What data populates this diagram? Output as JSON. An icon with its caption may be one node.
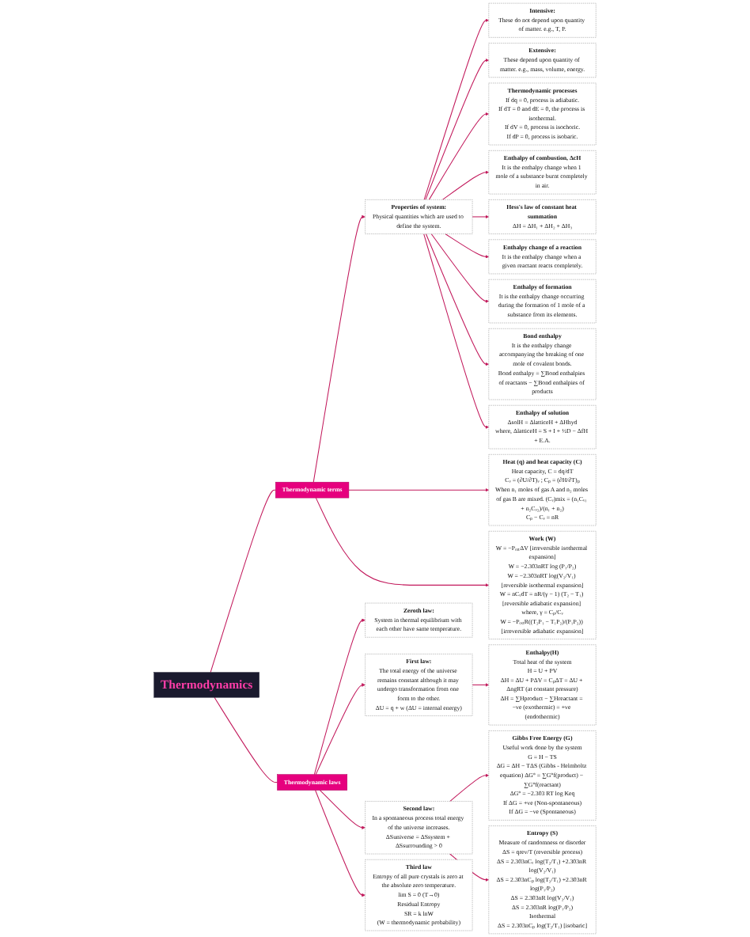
{
  "diagram": {
    "nodes": [
      {
        "text": [
          "Thermodynamics"
        ]
      },
      {
        "text": [
          "Thermodynamic terms"
        ]
      },
      {
        "text": [
          "Intensive:",
          "These do not depend upon quantity of matter. e.g., T, P."
        ]
      },
      {
        "text": [
          "Extensive:",
          "These depend upon quantity of matter. e.g., mass, volume, energy."
        ]
      },
      {
        "text": [
          "Thermodynamic laws"
        ]
      },
      {
        "text": [
          "Properties of system:",
          "Physical quantities which are used to define the system."
        ]
      },
      {
        "text": [
          "Zeroth law:",
          "System in thermal equilibrium with each other have same temperature."
        ]
      },
      {
        "text": [
          "Thermodynamic processes",
          "If dq = 0, process is adiabatic.",
          "If dT = 0 and dE = 0, the process is isothermal.",
          "If dV = 0, process is isochoric.",
          "If dP = 0, process is isobaric."
        ]
      },
      {
        "text": [
          "Enthalpy(H)",
          "Total heat of the system",
          "H = U + PV",
          "ΔH = ΔU + PΔV = CₚΔT = ΔU + ΔngRT (at constant pressure)",
          "ΔH = ∑Hproduct − ∑Hreactant = −ve (exothermic) = +ve (endothermic)"
        ]
      },
      {
        "text": [
          "First law:",
          "The total energy of the universe remains constant although it may undergo transformation from one form to the other.",
          "ΔU = q + w (ΔU = internal energy)"
        ]
      },
      {
        "text": [
          "Heat (q) and heat capacity (C)",
          "Heat capacity, C = dq/dT",
          "Cᵥ = (∂U/∂T)ᵥ ; Cₚ = (∂H/∂T)ₚ",
          "When n₁ moles of gas A and n₂ moles of gas B are mixed. (Cᵥ)mix = (n₁Cᵥ₁ + n₂Cᵥ₂)/(n₁ + n₂)",
          "Cₚ − Cᵥ = nR"
        ]
      },
      {
        "text": [
          "Gibbs Free Energy (G)",
          "Useful work done by the system",
          "G = H − TS",
          "ΔG = ΔH − TΔS (Gibbs - Helmholtz equation) ΔG° = ∑G°f(product) − ∑G°f(reactant)",
          "ΔG° = −2.303 RT log Keq",
          "If ΔG = +ve (Non-spontaneous)",
          "If ΔG = −ve (Spontaneous)"
        ]
      },
      {
        "text": [
          "Second law:",
          "In a spontaneous process total energy of the universe increases.",
          "ΔSuniverse = ΔSsystem + ΔSsurrounding > 0"
        ]
      },
      {
        "text": [
          "Entropy (S)",
          "Measure of randomness or disorder",
          "ΔS = qrev/T (reversible process)",
          "ΔS = 2.303nCᵥ log(T₂/T₁) +2.303nR log(V₂/V₁)",
          "ΔS = 2.303nCₚ log(T₂/T₁) +2.303nR log(P₁/P₂)",
          "ΔS = 2.303nR log(V₂/V₁)",
          "ΔS = 2.303nR log(P₁/P₂)",
          "Isothermal",
          "ΔS = 2.303nCₚ log(T₂/T₁) [isobaric]"
        ]
      },
      {
        "text": [
          "Work (W)",
          "W = −PₑₓₜΔV [irreversible isothermal expansion]",
          "W = −2.303nRT log (P₁/P₂)",
          "W = −2.303nRT log(V₂/V₁) [reversible isothermal expansion]",
          "W = nCᵥdT = nR/(γ − 1) (T₂ − T₁) [reversible adiabatic expansion] where, γ = Cₚ/Cᵥ",
          "W = −PₑₓₜR((T₂P₁ − T₁P₂)/(P₁P₂)) [irreversible adiabatic expansion]"
        ]
      },
      {
        "text": [
          "Enthalpy of combustion, ΔcH",
          "It is the enthalpy change when 1 mole of a substance burnt completely in air."
        ]
      },
      {
        "text": [
          "Hess's law of constant heat summation",
          "ΔH = ΔH₁ + ΔH₂ + ΔH₃"
        ]
      },
      {
        "text": [
          "Enthalpy change of a reaction",
          "It is the enthalpy change when a given reactant reacts completely."
        ]
      },
      {
        "text": [
          "Enthalpy of formation",
          "It is the enthalpy change occurring during the formation of 1 mole of a substance from its elements."
        ]
      },
      {
        "text": [
          "Bond enthalpy",
          "It is the enthalpy change accompanying the breaking of one mole of covalent bonds.",
          "Bond enthalpy = ∑Bond enthalpies of reactants − ∑Bond enthalpies of products"
        ]
      },
      {
        "text": [
          "Enthalpy of solution",
          "ΔsolH = ΔlatticeH + ΔHhyd",
          "where, ΔlatticeH = S + I + ½D − ΔfH + E.A."
        ]
      },
      {
        "text": [
          "Third law",
          "Entropy of all pure crystals is zero at the absolute zero temperature.",
          "lim S = 0 (T→0)",
          "Residual Entropy",
          "SR = k lnW",
          "(W = thermodynamic probability)"
        ]
      }
    ],
    "edges": [
      {
        "from": 0,
        "to": 1,
        "arrow": "none"
      },
      {
        "from": 0,
        "to": 4,
        "arrow": "none"
      },
      {
        "from": 1,
        "to": 5,
        "arrow": "to"
      },
      {
        "from": 1,
        "to": 10,
        "arrow": "to"
      },
      {
        "from": 1,
        "to": 14,
        "arrow": "to"
      },
      {
        "from": 5,
        "to": 2,
        "arrow": "to"
      },
      {
        "from": 5,
        "to": 3,
        "arrow": "to"
      },
      {
        "from": 5,
        "to": 7,
        "arrow": "to"
      },
      {
        "from": 5,
        "to": 15,
        "arrow": "to"
      },
      {
        "from": 5,
        "to": 16,
        "arrow": "to"
      },
      {
        "from": 5,
        "to": 17,
        "arrow": "to"
      },
      {
        "from": 5,
        "to": 18,
        "arrow": "to"
      },
      {
        "from": 5,
        "to": 19,
        "arrow": "to"
      },
      {
        "from": 5,
        "to": 20,
        "arrow": "to"
      },
      {
        "from": 4,
        "to": 6,
        "arrow": "to"
      },
      {
        "from": 4,
        "to": 9,
        "arrow": "to"
      },
      {
        "from": 4,
        "to": 12,
        "arrow": "to"
      },
      {
        "from": 4,
        "to": 21,
        "arrow": "to"
      },
      {
        "from": 9,
        "to": 8,
        "arrow": "to"
      },
      {
        "from": 12,
        "to": 11,
        "arrow": "to"
      },
      {
        "from": 12,
        "to": 13,
        "arrow": "to"
      }
    ]
  }
}
